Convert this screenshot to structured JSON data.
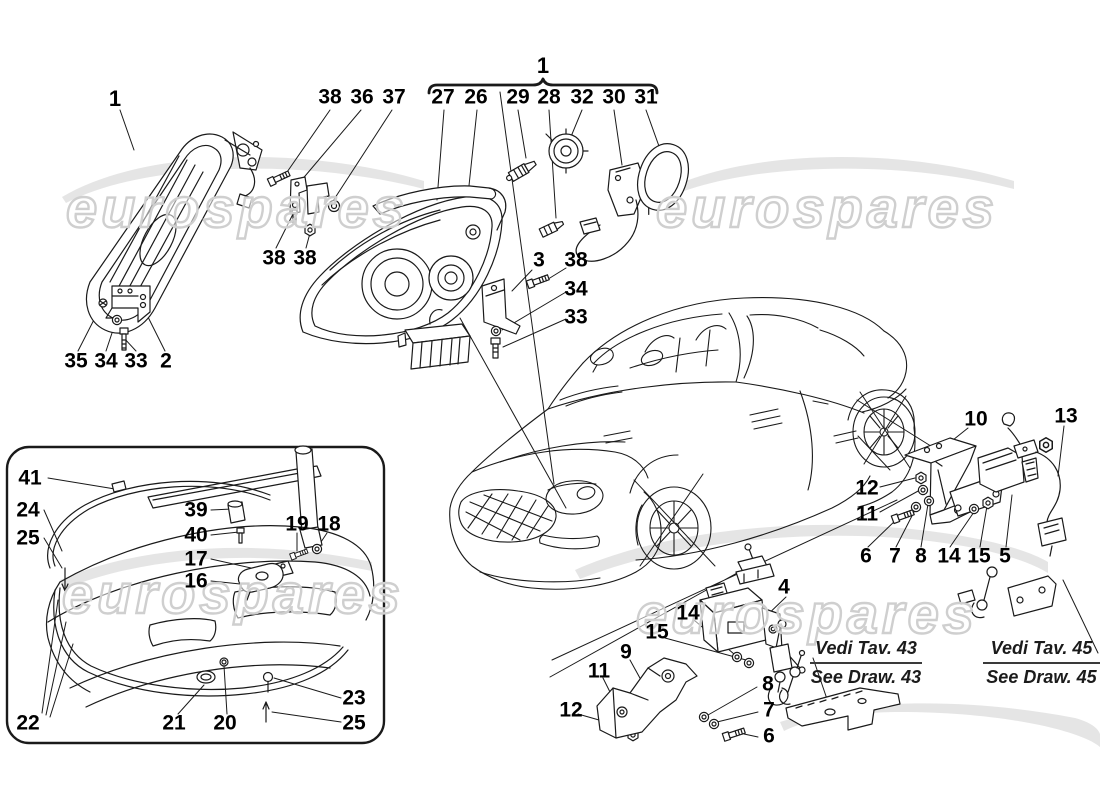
{
  "watermark": {
    "text": "eurospares"
  },
  "colors": {
    "background": "#ffffff",
    "line": "#1a1a1a",
    "watermark": "#cccccc"
  },
  "notes": {
    "tav43": {
      "line1": "Vedi Tav. 43",
      "line2": "See Draw. 43"
    },
    "tav45": {
      "line1": "Vedi Tav. 45",
      "line2": "See Draw. 45"
    }
  },
  "callouts": {
    "lamp_rear": "1",
    "b38": "38",
    "b36": "36",
    "b37": "37",
    "asm": "1",
    "n27": "27",
    "n26": "26",
    "n29": "29",
    "n28": "28",
    "n32": "32",
    "n30": "30",
    "n31": "31",
    "n38a": "38",
    "n38b": "38",
    "n35": "35",
    "n34a": "34",
    "n33a": "33",
    "n2": "2",
    "n3": "3",
    "n38c": "38",
    "n34b": "34",
    "n33b": "33",
    "n10": "10",
    "n13": "13",
    "n12r": "12",
    "n11r": "11",
    "n6r": "6",
    "n7r": "7",
    "n8r": "8",
    "n14r": "14",
    "n15r": "15",
    "n5": "5",
    "n41": "41",
    "n24": "24",
    "n25a": "25",
    "n39": "39",
    "n40": "40",
    "n19": "19",
    "n18": "18",
    "n17": "17",
    "n16": "16",
    "n22": "22",
    "n21": "21",
    "n20": "20",
    "n23": "23",
    "n25b": "25",
    "n4": "4",
    "n14m": "14",
    "n15m": "15",
    "n9": "9",
    "n11m": "11",
    "n12m": "12",
    "n8m": "8",
    "n7m": "7",
    "n6m": "6"
  }
}
